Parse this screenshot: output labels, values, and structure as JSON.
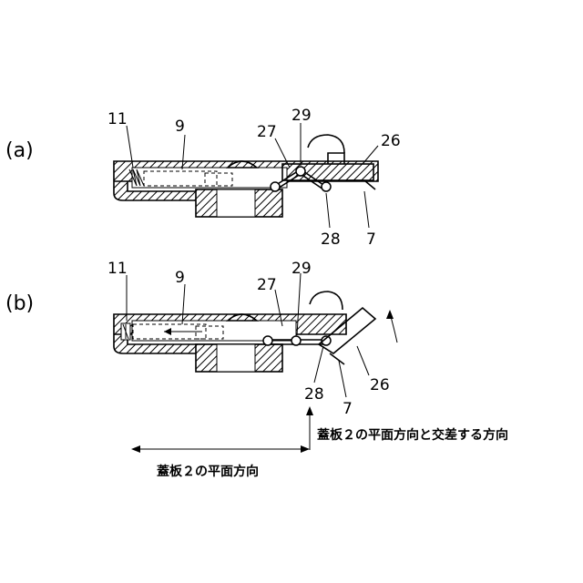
{
  "panels": [
    {
      "id": "a",
      "label": "(a)",
      "parts": [
        "11",
        "9",
        "27",
        "29",
        "26",
        "28",
        "7"
      ]
    },
    {
      "id": "b",
      "label": "(b)",
      "parts": [
        "11",
        "9",
        "27",
        "29",
        "26",
        "28",
        "7"
      ]
    }
  ],
  "captions": {
    "horizontal": "蓋板２の平面方向",
    "vertical": "蓋板２の平面方向と交差する方向"
  }
}
